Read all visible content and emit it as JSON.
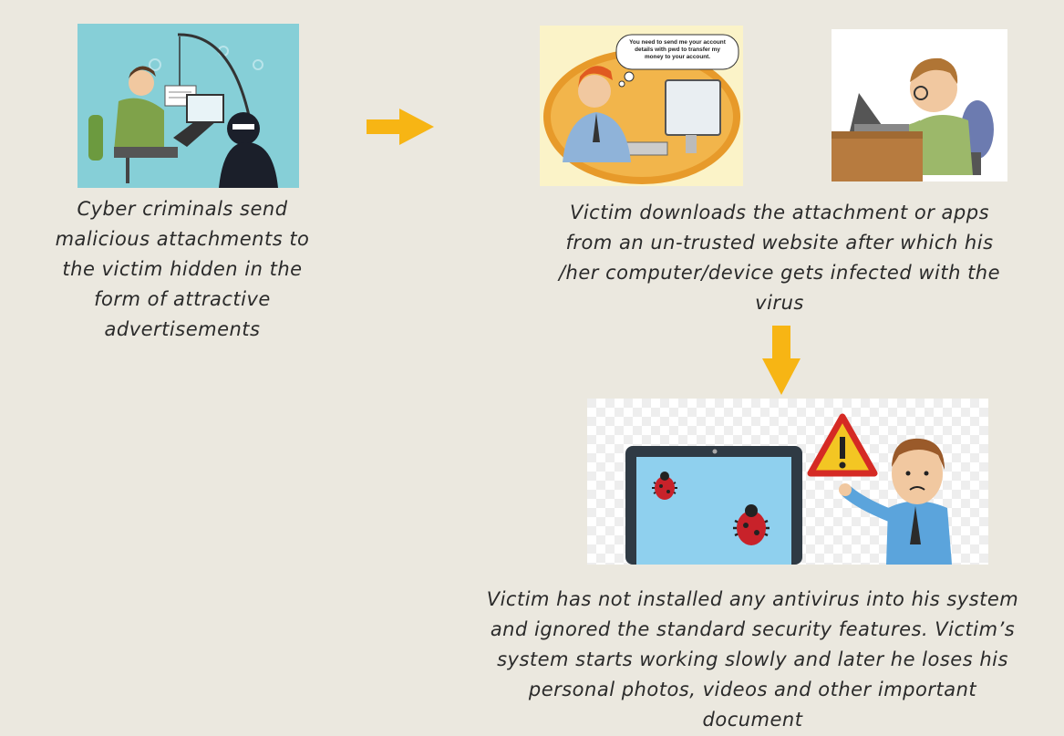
{
  "steps": [
    {
      "caption": "Cyber criminals send\nmalicious attachments to\nthe victim hidden in the\nform of attractive\nadvertisements"
    },
    {
      "bubble_text": "You need to send me your account\ndetails with pwd to transfer my\nmoney to your account.",
      "caption": "Victim downloads the attachment or apps\nfrom an un-trusted website after which his\n/her computer/device gets infected with the\nvirus"
    },
    {
      "caption": "Victim has not installed any antivirus into his system\nand ignored the standard security features. Victim’s\nsystem starts working slowly and later he loses his\npersonal photos, videos and other important\ndocument"
    }
  ],
  "colors": {
    "background": "#ebe8df",
    "arrow": "#f7b514",
    "caption_text": "#2a2a2a"
  }
}
